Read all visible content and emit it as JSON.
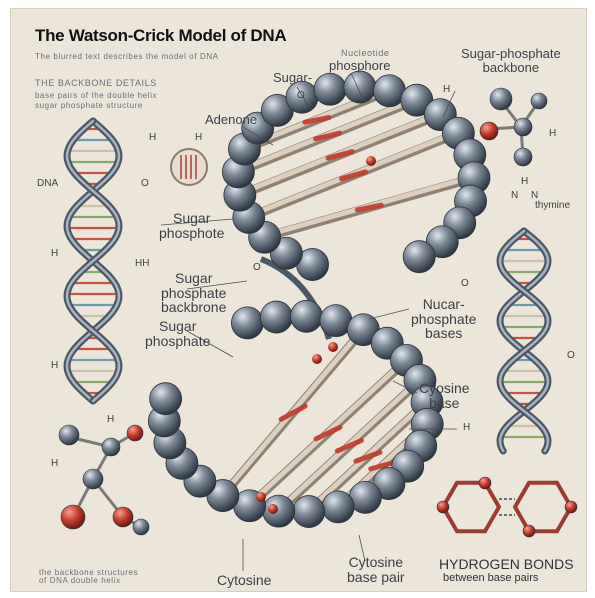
{
  "title": "The Watson-Crick Model of DNA",
  "subtitle_lines": [
    "The blurred text describes the model of DNA",
    "THE BACKBONE DETAILS",
    "base pairs of the double helix",
    "sugar phosphate structure"
  ],
  "labels": {
    "sugar_top": "Sugar-",
    "phosphore_top": "phosphore",
    "nucleotide_label": "Nucleotide",
    "adenone": "Adenone",
    "sugar_phosphate_backbone_tr": "Sugar-phosphate\nbackbone",
    "dna_left": "DNA",
    "sugar_phosphote": "Sugar\nphosphote",
    "hh": "HH",
    "sugar_phosphate_backbrone": "Sugar\nphosphate\nbackbrone",
    "sugar_phosphate_mid": "Sugar\nphosphate",
    "nucar_phosphate_bases": "Nucar-\nphosphate\nbases",
    "cyosine_base": "Cyosine\nbase",
    "thymine": "thymine",
    "cytosine_bottom": "Cytosine",
    "cytosine_base_bottom": "Cytosine\nbase pair",
    "hydrogen_bonds": "HYDROGEN BONDS",
    "between_base_pairs": "between base pairs",
    "bottom_left_blur": "the backbone structures\nof DNA double helix",
    "h": "H",
    "o": "O",
    "n": "N"
  },
  "colors": {
    "background": "#ece6da",
    "bead": "#5b6676",
    "bead_highlight": "#c9d2dc",
    "strand": "#9aa3ae",
    "rung": "#c9b9a6",
    "accent_red": "#c23a2a",
    "text": "#3c3f47"
  }
}
